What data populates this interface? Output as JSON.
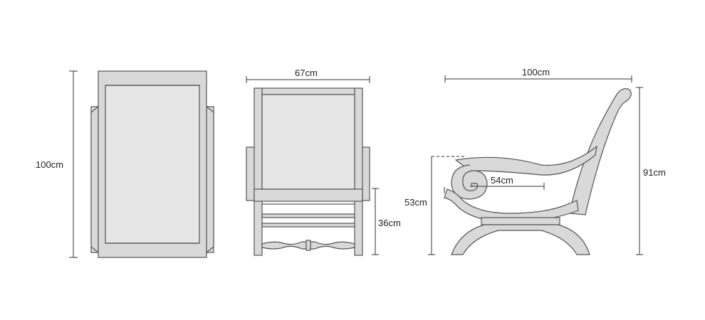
{
  "diagram": {
    "top_view": {
      "depth_label": "100cm"
    },
    "front_view": {
      "width_label": "67cm",
      "seat_height_label": "36cm"
    },
    "side_view": {
      "length_label": "100cm",
      "height_label": "91cm",
      "arm_height_label": "53cm",
      "arm_length_label": "54cm"
    }
  }
}
